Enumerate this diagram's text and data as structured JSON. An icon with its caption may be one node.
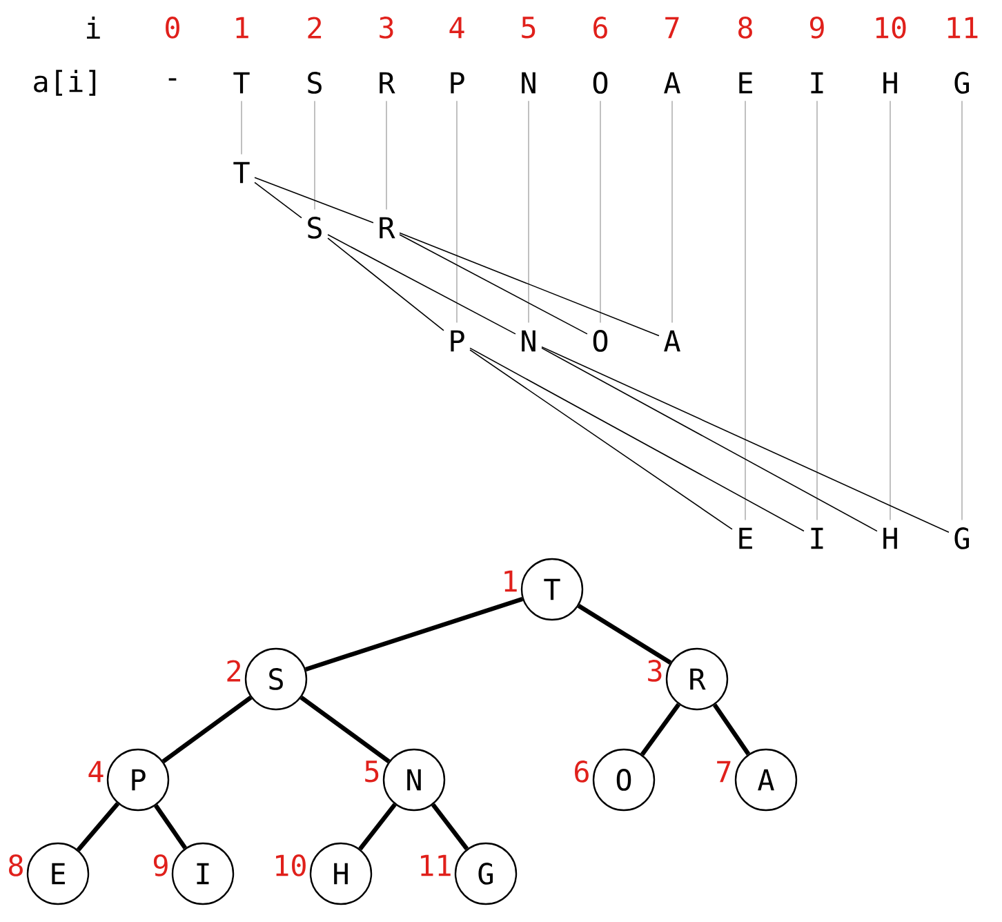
{
  "diagram": {
    "nodes": [
      {
        "text": [
          "-"
        ]
      },
      {
        "text": [
          "T"
        ]
      },
      {
        "text": [
          "S"
        ]
      },
      {
        "text": [
          "R"
        ]
      },
      {
        "text": [
          "P"
        ]
      },
      {
        "text": [
          "N"
        ]
      },
      {
        "text": [
          "O"
        ]
      },
      {
        "text": [
          "A"
        ]
      },
      {
        "text": [
          "E"
        ]
      },
      {
        "text": [
          "I"
        ]
      },
      {
        "text": [
          "H"
        ]
      },
      {
        "text": [
          "G"
        ]
      },
      {
        "text": [
          "T"
        ]
      },
      {
        "text": [
          "S"
        ]
      },
      {
        "text": [
          "R"
        ]
      },
      {
        "text": [
          "P"
        ]
      },
      {
        "text": [
          "N"
        ]
      },
      {
        "text": [
          "O"
        ]
      },
      {
        "text": [
          "A"
        ]
      },
      {
        "text": [
          "E"
        ]
      },
      {
        "text": [
          "I"
        ]
      },
      {
        "text": [
          "H"
        ]
      },
      {
        "text": [
          "G"
        ]
      },
      {
        "text": [
          "T"
        ],
        "beside": [
          "1"
        ]
      },
      {
        "text": [
          "S"
        ],
        "beside": [
          "2"
        ]
      },
      {
        "text": [
          "R"
        ],
        "beside": [
          "3"
        ]
      },
      {
        "text": [
          "P"
        ],
        "beside": [
          "4"
        ]
      },
      {
        "text": [
          "N"
        ],
        "beside": [
          "5"
        ]
      },
      {
        "text": [
          "O"
        ],
        "beside": [
          "6"
        ]
      },
      {
        "text": [
          "A"
        ],
        "beside": [
          "7"
        ]
      },
      {
        "text": [
          "E"
        ],
        "beside": [
          "8"
        ]
      },
      {
        "text": [
          "I"
        ],
        "beside": [
          "9"
        ]
      },
      {
        "text": [
          "H"
        ],
        "beside": [
          "10"
        ]
      },
      {
        "text": [
          "G"
        ],
        "beside": [
          "11"
        ]
      }
    ],
    "edges": [
      {
        "from": 1,
        "to": 12,
        "arrow": "none",
        "color": "#c0c0c0"
      },
      {
        "from": 2,
        "to": 13,
        "arrow": "none",
        "color": "#c0c0c0"
      },
      {
        "from": 3,
        "to": 14,
        "arrow": "none",
        "color": "#c0c0c0"
      },
      {
        "from": 4,
        "to": 15,
        "arrow": "none",
        "color": "#c0c0c0"
      },
      {
        "from": 5,
        "to": 16,
        "arrow": "none",
        "color": "#c0c0c0"
      },
      {
        "from": 6,
        "to": 17,
        "arrow": "none",
        "color": "#c0c0c0"
      },
      {
        "from": 7,
        "to": 18,
        "arrow": "none",
        "color": "#c0c0c0"
      },
      {
        "from": 8,
        "to": 19,
        "arrow": "none",
        "color": "#c0c0c0"
      },
      {
        "from": 9,
        "to": 20,
        "arrow": "none",
        "color": "#c0c0c0"
      },
      {
        "from": 10,
        "to": 21,
        "arrow": "none",
        "color": "#c0c0c0"
      },
      {
        "from": 11,
        "to": 22,
        "arrow": "none",
        "color": "#c0c0c0"
      },
      {
        "from": 12,
        "to": 13,
        "arrow": "none"
      },
      {
        "from": 12,
        "to": 14,
        "arrow": "none"
      },
      {
        "from": 13,
        "to": 15,
        "arrow": "none"
      },
      {
        "from": 13,
        "to": 16,
        "arrow": "none"
      },
      {
        "from": 14,
        "to": 17,
        "arrow": "none"
      },
      {
        "from": 14,
        "to": 18,
        "arrow": "none"
      },
      {
        "from": 15,
        "to": 19,
        "arrow": "none"
      },
      {
        "from": 15,
        "to": 20,
        "arrow": "none"
      },
      {
        "from": 16,
        "to": 21,
        "arrow": "none"
      },
      {
        "from": 16,
        "to": 22,
        "arrow": "none"
      },
      {
        "from": 23,
        "to": 24,
        "arrow": "none",
        "style": "thick"
      },
      {
        "from": 23,
        "to": 25,
        "arrow": "none",
        "style": "thick"
      },
      {
        "from": 24,
        "to": 26,
        "arrow": "none",
        "style": "thick"
      },
      {
        "from": 24,
        "to": 27,
        "arrow": "none",
        "style": "thick"
      },
      {
        "from": 25,
        "to": 28,
        "arrow": "none",
        "style": "thick"
      },
      {
        "from": 25,
        "to": 29,
        "arrow": "none",
        "style": "thick"
      },
      {
        "from": 26,
        "to": 30,
        "arrow": "none",
        "style": "thick"
      },
      {
        "from": 26,
        "to": 31,
        "arrow": "none",
        "style": "thick"
      },
      {
        "from": 27,
        "to": 32,
        "arrow": "none",
        "style": "thick"
      },
      {
        "from": 27,
        "to": 33,
        "arrow": "none",
        "style": "thick"
      }
    ],
    "labels": [
      "i",
      "0",
      "1",
      "2",
      "3",
      "4",
      "5",
      "6",
      "7",
      "8",
      "9",
      "10",
      "11",
      "a[i]"
    ]
  }
}
